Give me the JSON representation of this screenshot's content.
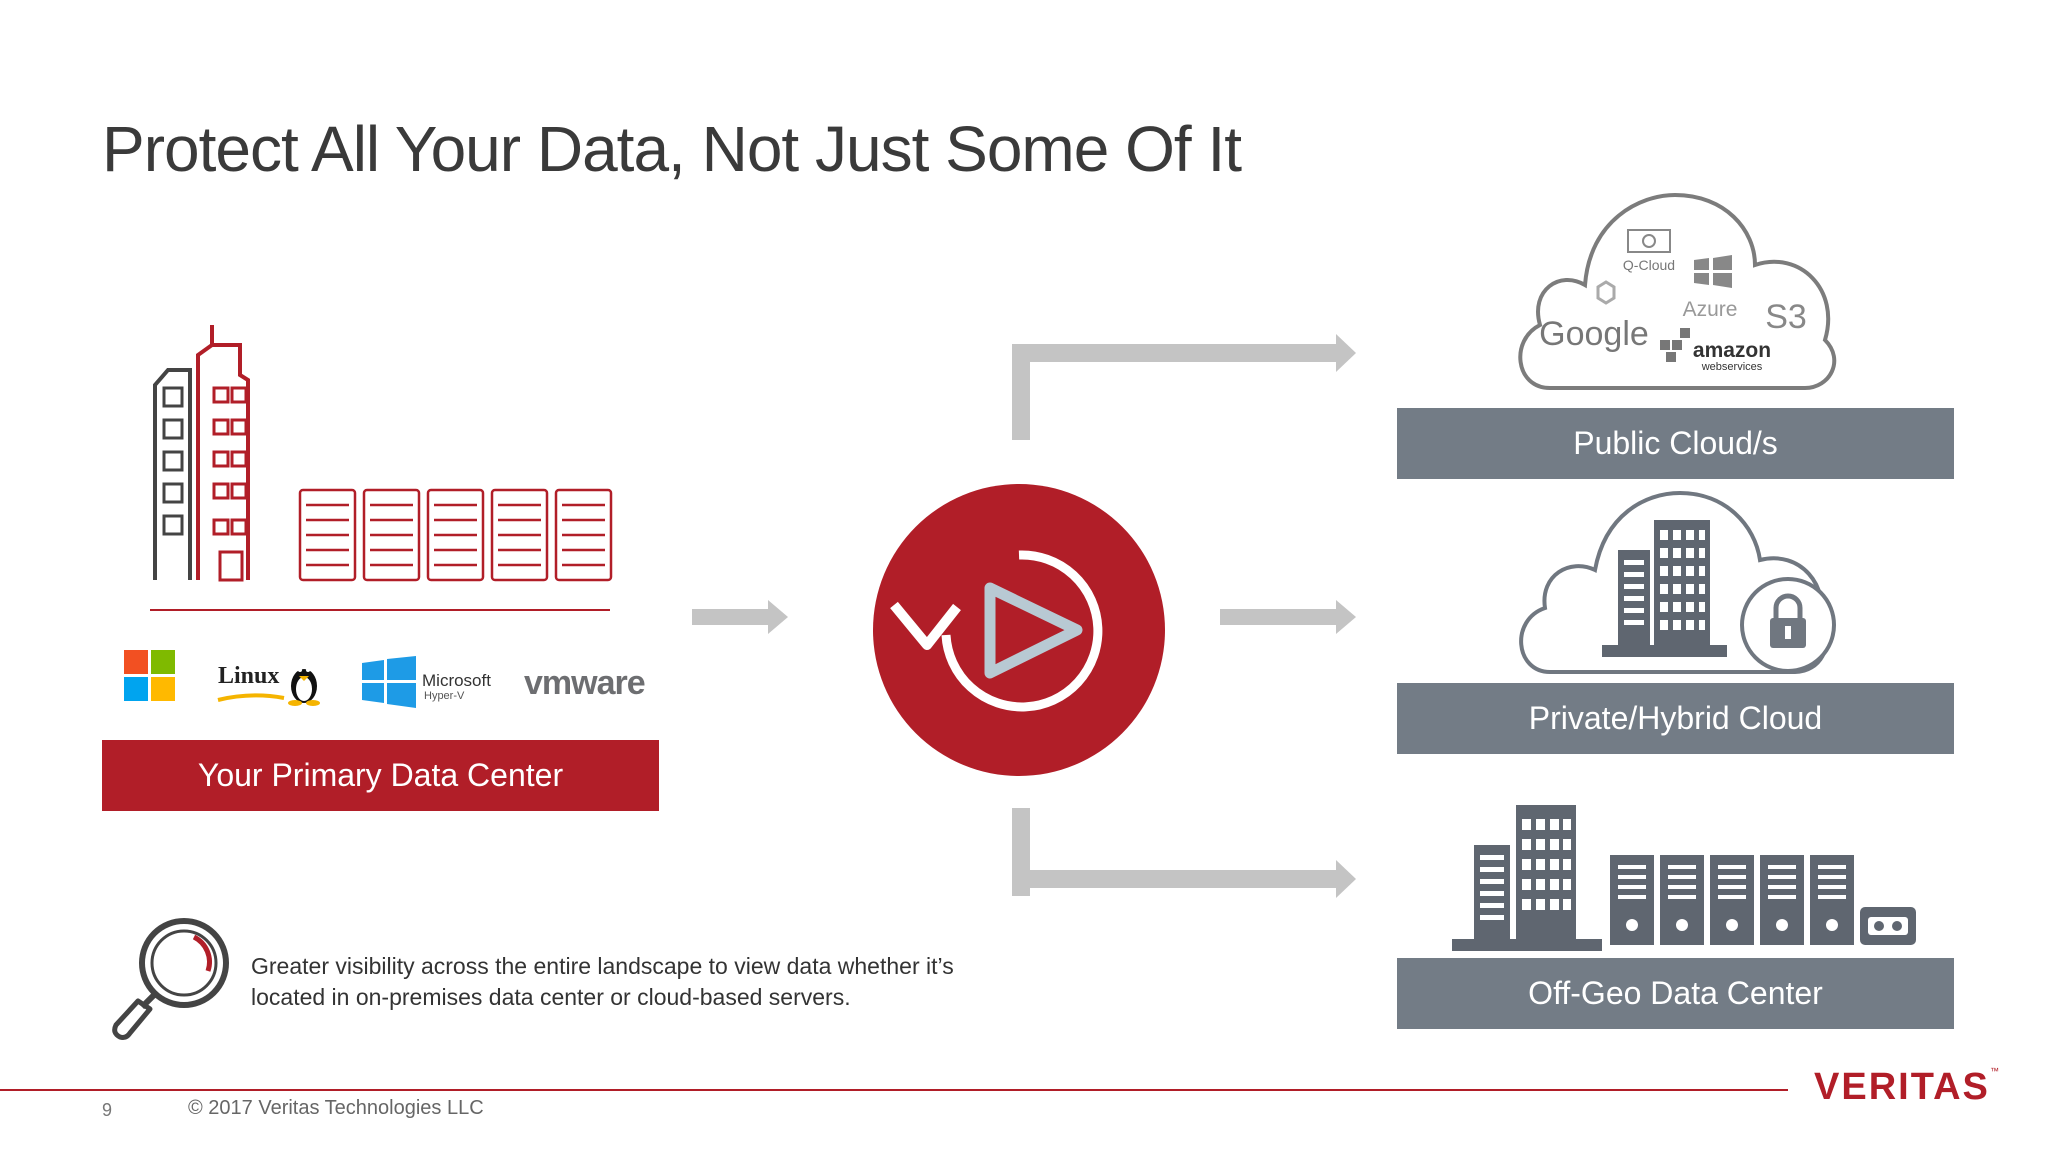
{
  "slide": {
    "title": "Protect All Your Data, Not Just Some Of It",
    "primary_label": "Your Primary Data Center",
    "destinations": [
      {
        "label": "Public Cloud/s"
      },
      {
        "label": "Private/Hybrid Cloud"
      },
      {
        "label": "Off-Geo Data Center"
      }
    ],
    "platforms": {
      "linux": "Linux",
      "microsoft": "Microsoft",
      "microsoft_sub": "Hyper-V",
      "vmware": "vmware"
    },
    "cloud_providers": {
      "qcloud": "Q-Cloud",
      "azure": "Azure",
      "s3": "S3",
      "google": "Google",
      "amazon": "amazon",
      "amazon_sub": "webservices"
    },
    "description_line1": "Greater visibility across the entire landscape to view data whether it’s",
    "description_line2": "located in on-premises data center or cloud-based servers."
  },
  "footer": {
    "page_number": "9",
    "copyright": "© 2017 Veritas Technologies LLC",
    "logo": "VERITAS",
    "logo_tm": "™"
  },
  "colors": {
    "brand_red": "#b11e28",
    "bar_grey": "#737c86",
    "arrow_grey": "#c4c4c4",
    "icon_grey": "#5f6670"
  },
  "icons": [
    "building-icon",
    "server-rack-icon",
    "windows-logo-icon",
    "tux-icon",
    "restore-play-icon",
    "cloud-icon",
    "lock-icon",
    "tape-drive-icon",
    "magnifier-icon"
  ]
}
